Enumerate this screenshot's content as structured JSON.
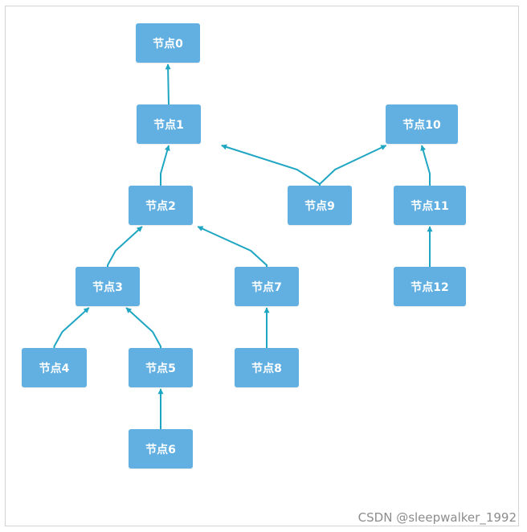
{
  "colors": {
    "node_fill": "#62afe1",
    "node_text": "#ffffff",
    "edge": "#1fa6c2",
    "frame_border": "#d4d4d4",
    "watermark": "#8c8c8c"
  },
  "nodes": [
    {
      "id": "n0",
      "label": "节点0"
    },
    {
      "id": "n1",
      "label": "节点1"
    },
    {
      "id": "n2",
      "label": "节点2"
    },
    {
      "id": "n3",
      "label": "节点3"
    },
    {
      "id": "n4",
      "label": "节点4"
    },
    {
      "id": "n5",
      "label": "节点5"
    },
    {
      "id": "n6",
      "label": "节点6"
    },
    {
      "id": "n7",
      "label": "节点7"
    },
    {
      "id": "n8",
      "label": "节点8"
    },
    {
      "id": "n9",
      "label": "节点9"
    },
    {
      "id": "n10",
      "label": "节点10"
    },
    {
      "id": "n11",
      "label": "节点11"
    },
    {
      "id": "n12",
      "label": "节点12"
    }
  ],
  "edges": [
    {
      "from": "n1",
      "to": "n0"
    },
    {
      "from": "n2",
      "to": "n1"
    },
    {
      "from": "n9",
      "to": "n1"
    },
    {
      "from": "n9",
      "to": "n10"
    },
    {
      "from": "n11",
      "to": "n10"
    },
    {
      "from": "n3",
      "to": "n2"
    },
    {
      "from": "n7",
      "to": "n2"
    },
    {
      "from": "n12",
      "to": "n11"
    },
    {
      "from": "n4",
      "to": "n3"
    },
    {
      "from": "n5",
      "to": "n3"
    },
    {
      "from": "n8",
      "to": "n7"
    },
    {
      "from": "n6",
      "to": "n5"
    }
  ],
  "watermark": "CSDN @sleepwalker_1992"
}
